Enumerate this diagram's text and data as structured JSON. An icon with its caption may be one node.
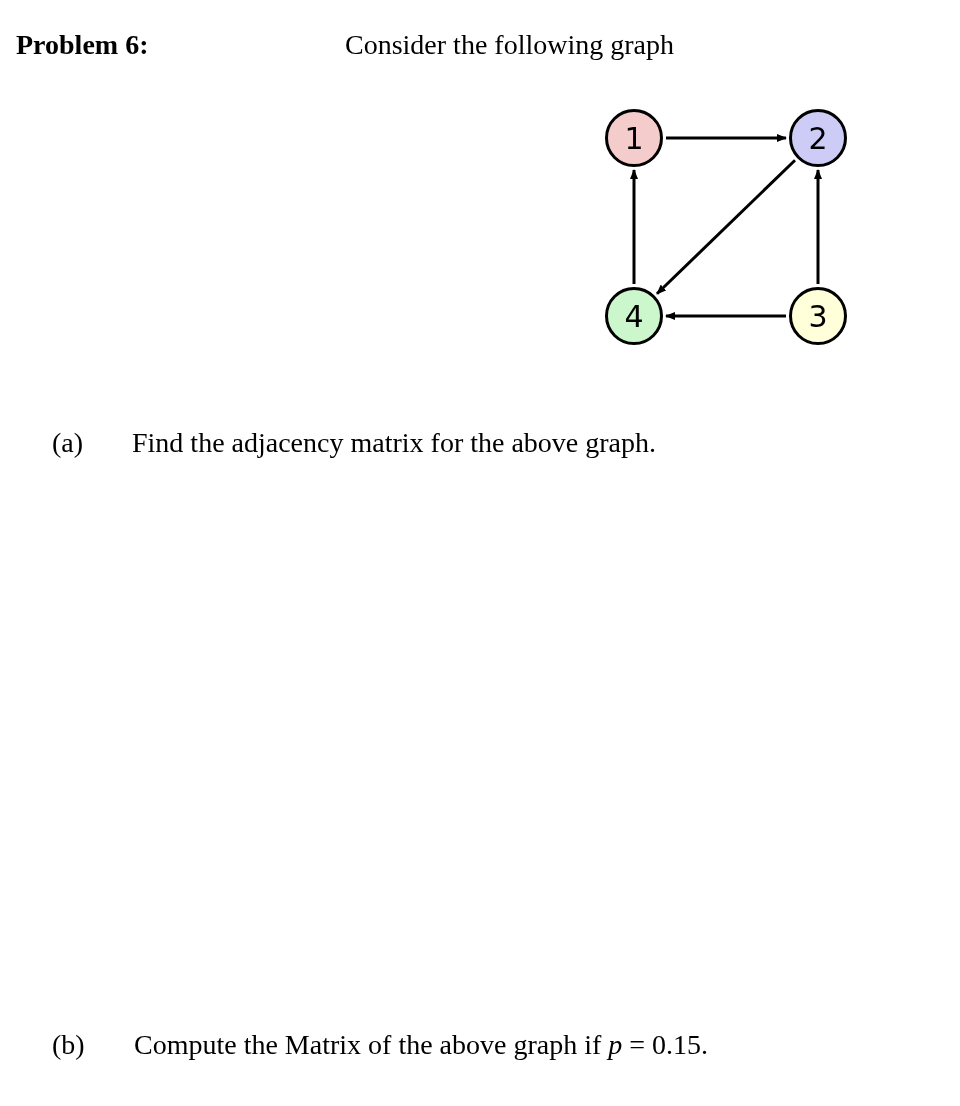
{
  "diagram": {
    "title": "Problem 6:",
    "nodes": [
      {
        "text": [
          "1"
        ]
      },
      {
        "text": [
          "2"
        ]
      },
      {
        "text": [
          "3"
        ]
      },
      {
        "text": [
          "4"
        ]
      }
    ],
    "edges": [
      {
        "from": 0,
        "to": 1,
        "arrow": "to"
      },
      {
        "from": 1,
        "to": 3,
        "arrow": "to"
      },
      {
        "from": 2,
        "to": 1,
        "arrow": "to"
      },
      {
        "from": 2,
        "to": 3,
        "arrow": "to"
      },
      {
        "from": 3,
        "to": 0,
        "arrow": "to"
      }
    ],
    "labels": [
      "Consider the following graph",
      "(a)",
      "Find the adjacency matrix for the above graph.",
      "(b)",
      "Compute the Matrix of the above graph if *p* = 0.15."
    ]
  }
}
